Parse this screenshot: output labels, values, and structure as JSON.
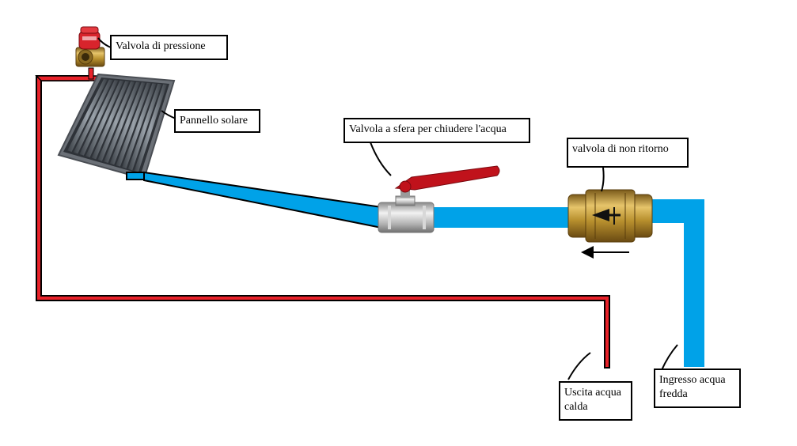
{
  "labels": {
    "pressure_valve": "Valvola di pressione",
    "solar_panel": "Pannello solare",
    "ball_valve": "Valvola a sfera per chiudere l'acqua",
    "check_valve": "valvola di non ritorno",
    "hot_out_line1": "Uscita acqua",
    "hot_out_line2": "calda",
    "cold_in_line1": "Ingresso acqua",
    "cold_in_line2": "fredda"
  },
  "colors": {
    "hot_pipe": "#e8222a",
    "cold_pipe": "#00a2e8",
    "outline": "#000000",
    "panel_frame": "#9a9fa5",
    "brass": "#c7a24a",
    "valve_handle": "#c0121b",
    "valve_body": "#c9c9c9"
  },
  "flow_direction": "left"
}
